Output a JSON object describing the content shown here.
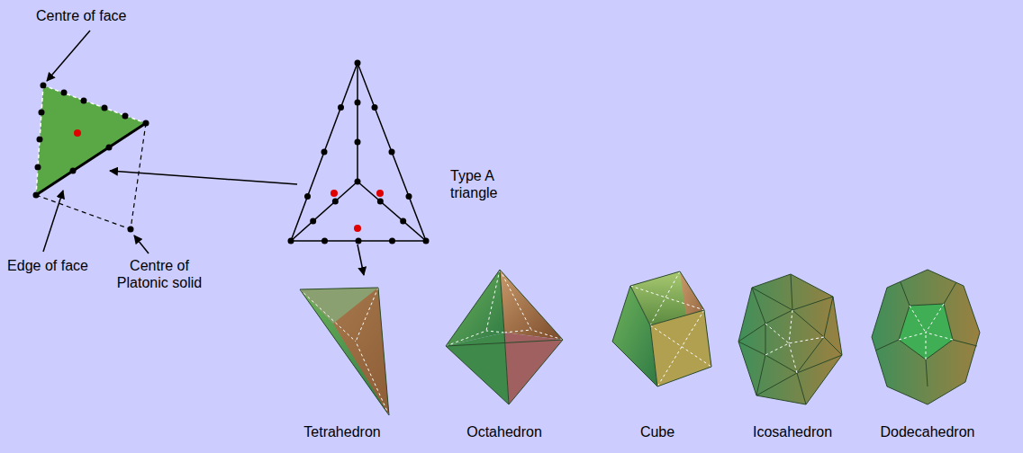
{
  "diagram": {
    "labels": [
      "Centre of face",
      "Type A triangle",
      "Edge of face",
      "Centre of Platonic solid",
      "Tetrahedron",
      "Octahedron",
      "Cube",
      "Icosahedron",
      "Dodecahedron"
    ]
  }
}
